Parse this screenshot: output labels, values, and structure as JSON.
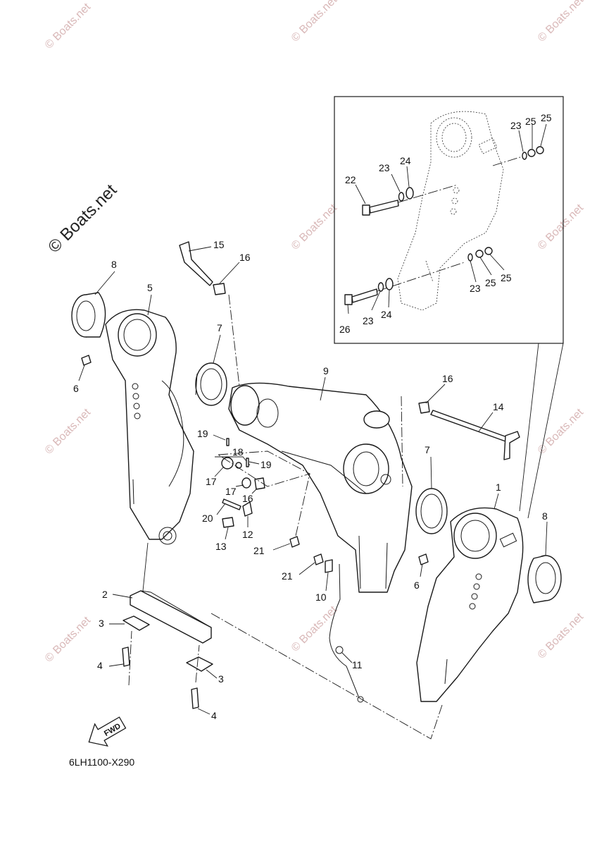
{
  "watermark": {
    "main": "© Boats.net",
    "repeat": "© Boats.net"
  },
  "diagram_code": "6LH1100-X290",
  "fwd_label": "FWD",
  "callouts": {
    "c1": "1",
    "c2": "2",
    "c3a": "3",
    "c3b": "3",
    "c4a": "4",
    "c4b": "4",
    "c5": "5",
    "c6a": "6",
    "c6b": "6",
    "c7a": "7",
    "c7b": "7",
    "c8a": "8",
    "c8b": "8",
    "c9": "9",
    "c10": "10",
    "c11": "11",
    "c12": "12",
    "c13": "13",
    "c14": "14",
    "c15": "15",
    "c16a": "16",
    "c16b": "16",
    "c16c": "16",
    "c17a": "17",
    "c17b": "17",
    "c18": "18",
    "c19a": "19",
    "c19b": "19",
    "c20": "20",
    "c21a": "21",
    "c21b": "21",
    "c22": "22",
    "c23a": "23",
    "c23b": "23",
    "c23c": "23",
    "c23d": "23",
    "c24a": "24",
    "c24b": "24",
    "c25a": "25",
    "c25b": "25",
    "c25c": "25",
    "c25d": "25",
    "c26": "26"
  }
}
